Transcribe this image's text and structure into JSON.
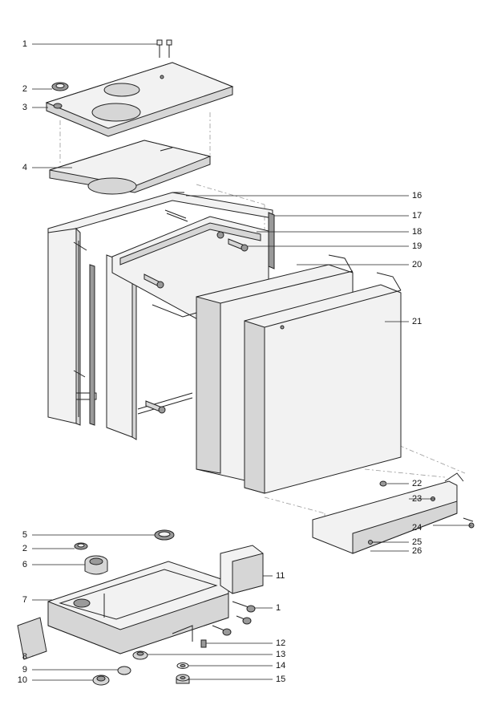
{
  "colors": {
    "line": "#222222",
    "part_fill": "#f2f2f2",
    "part_shade": "#d6d6d6",
    "part_dark": "#9a9a9a",
    "guide": "#9a9a9a",
    "background": "#ffffff"
  },
  "callouts": {
    "c1_top": "1",
    "c2_top": "2",
    "c3": "3",
    "c4": "4",
    "c16": "16",
    "c17": "17",
    "c18": "18",
    "c19": "19",
    "c20": "20",
    "c21": "21",
    "c22": "22",
    "c23": "23",
    "c24": "24",
    "c25": "25",
    "c26": "26",
    "c5": "5",
    "c2_bottom": "2",
    "c6": "6",
    "c7": "7",
    "c8": "8",
    "c9": "9",
    "c10": "10",
    "c11": "11",
    "c1_bottom": "1",
    "c12": "12",
    "c13": "13",
    "c14": "14",
    "c15": "15"
  }
}
